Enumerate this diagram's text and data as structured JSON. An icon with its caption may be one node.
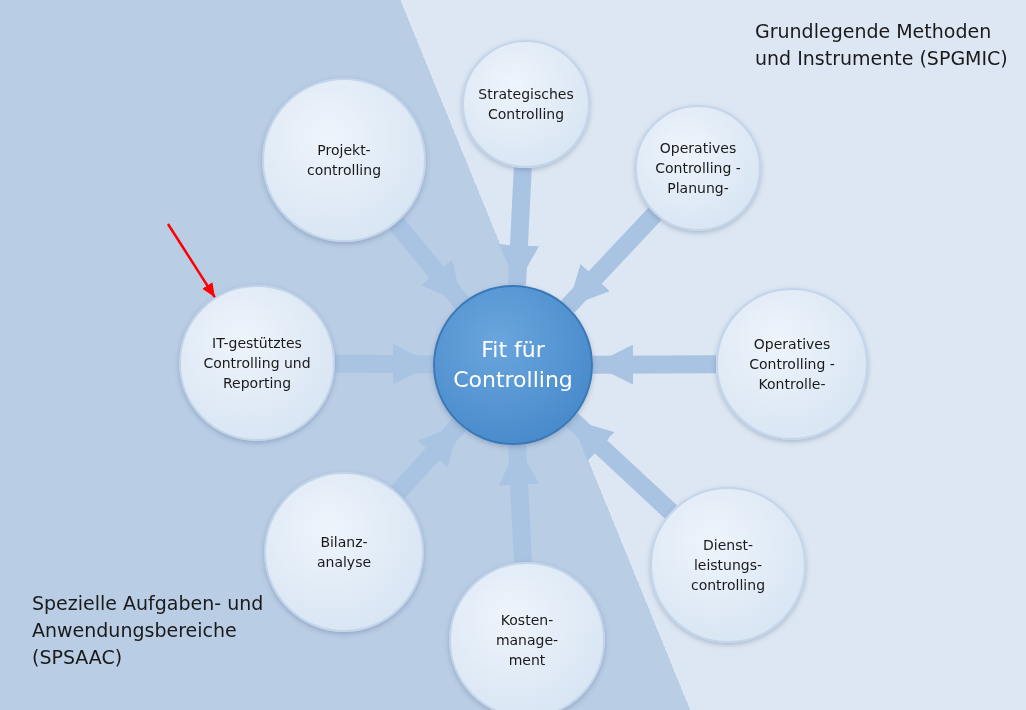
{
  "diagram": {
    "nodes": [
      {
        "text": [
          "Fit für Controlling"
        ]
      },
      {
        "text": [
          "Strategisches Controlling"
        ]
      },
      {
        "text": [
          "Operatives Controlling -Planung-"
        ]
      },
      {
        "text": [
          "Operatives Controlling -Kontrolle-"
        ]
      },
      {
        "text": [
          "Dienst- leistungs- controlling"
        ]
      },
      {
        "text": [
          "Kosten- manage- ment"
        ]
      },
      {
        "text": [
          "Bilanz- analyse"
        ]
      },
      {
        "text": [
          "IT-gestütztes Controlling und Reporting"
        ]
      },
      {
        "text": [
          "Projekt- controlling"
        ]
      }
    ],
    "edges": [
      {
        "from": 1,
        "to": 0,
        "arrow": "to"
      },
      {
        "from": 2,
        "to": 0,
        "arrow": "to"
      },
      {
        "from": 3,
        "to": 0,
        "arrow": "to"
      },
      {
        "from": 4,
        "to": 0,
        "arrow": "to"
      },
      {
        "from": 5,
        "to": 0,
        "arrow": "to"
      },
      {
        "from": 6,
        "to": 0,
        "arrow": "to"
      },
      {
        "from": 7,
        "to": 0,
        "arrow": "to"
      },
      {
        "from": 8,
        "to": 0,
        "arrow": "to"
      },
      {
        "from": null,
        "to": 7,
        "arrow": "to",
        "color": "#ff0000"
      }
    ],
    "labels": [
      "Grundlegende Methoden und Instrumente (SPGMIC)",
      "Spezielle Aufgaben- und Anwendungsbereiche (SPSAAC)"
    ]
  }
}
